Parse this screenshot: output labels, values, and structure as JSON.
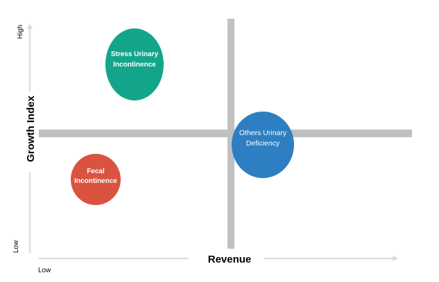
{
  "y_axis": {
    "title": "Growth Index",
    "high_label": "High",
    "low_label": "Low"
  },
  "x_axis": {
    "title": "Revenue",
    "low_label": "Low"
  },
  "colors": {
    "divider": "#c0c0c0",
    "arrow": "#d9d9d9",
    "stress": "#13a58a",
    "others": "#2e7fc1",
    "fecal": "#d9533f"
  },
  "bubbles": [
    {
      "id": "stress",
      "lines": [
        "Stress Urinary",
        "Incontinence"
      ]
    },
    {
      "id": "others",
      "lines": [
        "Others Urinary",
        "Deficiency"
      ]
    },
    {
      "id": "fecal",
      "lines": [
        "Fecal",
        "Incontinence"
      ]
    }
  ]
}
